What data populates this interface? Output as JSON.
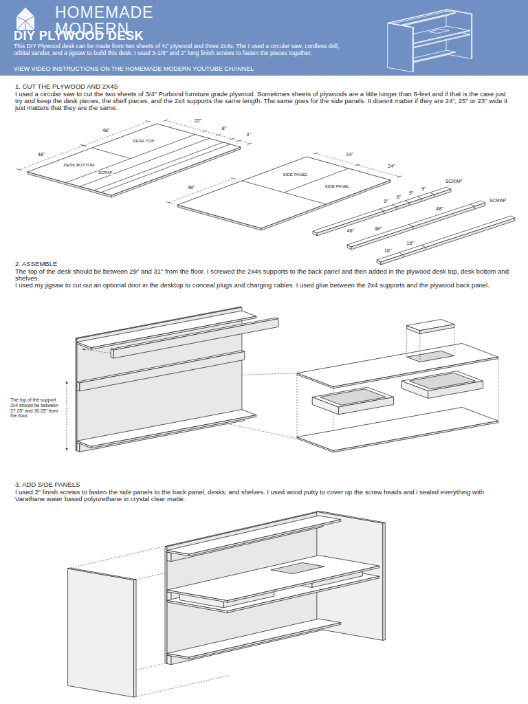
{
  "diagram": {
    "title": "DIY PLYWOOD DESK",
    "labels": [
      "HOMEMADE MODERN",
      "This DIY Plywood desk can be made from two sheets of ¾\" plywood and three 2x4s. The I used a circular saw, cordless drill, orbital sander, and a jigsaw to build this desk. I used 3-1/8\" and 2\" long finish screws to fasten the pieces together.",
      "VIEW VIDEO INSTRUCTIONS ON THE HOMEMADE MODERN YOUTUBE CHANNEL",
      "1. CUT THE PLYWOOD AND 2X4S",
      "I used a circular saw to cut the two sheets of 3/4\" Purbond furniture grade plywood. Sometimes sheets of plywoods are a little longer than 8-feet and if that is the case just try and keep the desk pieces, the shelf pieces, and the 2x4 supports the same length. The same goes for the side panels. It doesnt matter if they are 24\", 25\" or 23\" wide it just matters that they are the same.",
      "48\"",
      "22\"",
      "8\"",
      "4\"",
      "DESK TOP",
      "48\"",
      "DESK BOTTOM",
      "SCRAP",
      "24\"",
      "24\"",
      "48\"",
      "SIDE PANEL",
      "SIDE PANEL",
      "SCRAP",
      "9\"",
      "9\"",
      "9\"",
      "9\"",
      "48\"",
      "SCRAP",
      "48\"",
      "48\"",
      "16\"",
      "16\"",
      "2. ASSEMBLE",
      "The top of the desk should be between 29\" and 31\" from the floor. I screwed the 2x4s supports to the back panel and then added in the plywood desk top, desk bottom and shelves.",
      "I used my jigsaw to cut out an optional door in the desktop to conceal plugs and charging cables. I used glue between the 2x4 supports and the plywood back panel.",
      "The top of the support 2x4 should be between 27.25\" and 30.25\" from the floor.",
      "3. ADD SIDE PANELS",
      "I used 2\" finish screws to fasten the side panels to the back panel, desks, and shelves. I used wood putty to cover up the screw heads and i sealed everything with Varathane water based polyurethane in crystal clear matte."
    ]
  }
}
